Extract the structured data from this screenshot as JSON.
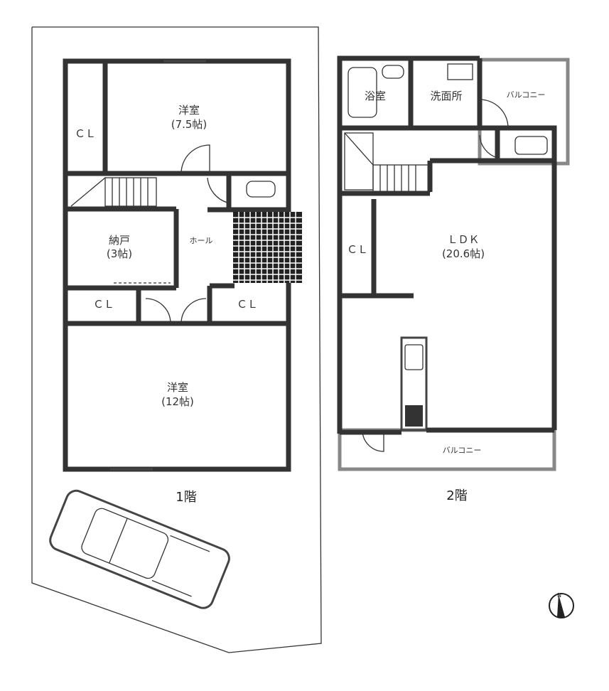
{
  "floor1": {
    "label": "1階",
    "rooms": [
      {
        "name": "洋室",
        "size": "(7.5帖)"
      },
      {
        "name": "ＣＬ"
      },
      {
        "name": "納戸",
        "size": "(3帖)"
      },
      {
        "name": "ホール"
      },
      {
        "name": "ＣＬ"
      },
      {
        "name": "ＣＬ"
      },
      {
        "name": "洋室",
        "size": "(12帖)"
      }
    ]
  },
  "floor2": {
    "label": "2階",
    "rooms": [
      {
        "name": "浴室"
      },
      {
        "name": "洗面所"
      },
      {
        "name": "バルコニー"
      },
      {
        "name": "ＣＬ"
      },
      {
        "name": "ＬＤＫ",
        "size": "(20.6帖)"
      },
      {
        "name": "バルコニー"
      }
    ]
  },
  "compass": {
    "label": "N"
  },
  "colors": {
    "wall": "#333333",
    "balcony": "#888888"
  }
}
